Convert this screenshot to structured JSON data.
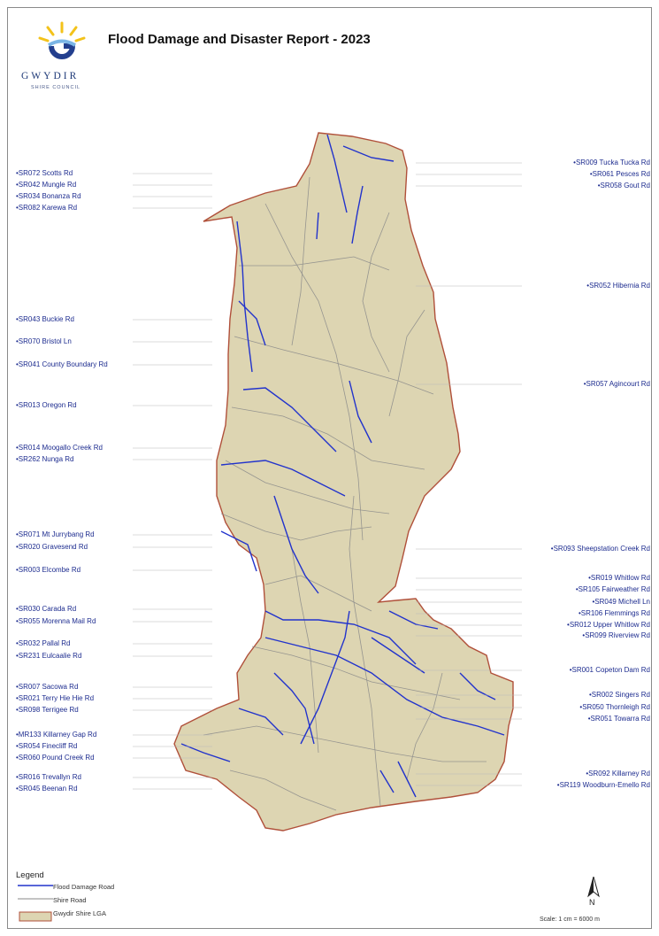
{
  "title": "Flood Damage and Disaster Report - 2023",
  "logo": {
    "name": "GWYDIR",
    "sub": "SHIRE COUNCIL"
  },
  "colors": {
    "flood_road": "#2233cc",
    "shire_road": "#8a8a8a",
    "lga_fill": "#ddd5b2",
    "lga_border": "#b0503a",
    "label": "#1d2c8f"
  },
  "labels_left": [
    "•SR072 Scotts Rd",
    "•SR042 Mungle Rd",
    "•SR034 Bonanza Rd",
    "•SR082 Karewa Rd",
    "•SR043 Buckie Rd",
    "•SR070 Bristol Ln",
    "•SR041 County Boundary Rd",
    "•SR013 Oregon Rd",
    "•SR014 Moogallo Creek Rd",
    "•SR262 Nunga Rd",
    "•SR071 Mt Jurrybang Rd",
    "•SR020 Gravesend Rd",
    "•SR003 Elcombe Rd",
    "•SR030 Carada Rd",
    "•SR055 Morenna Mail Rd",
    "•SR032 Pallal Rd",
    "•SR231 Eulcaalie Rd",
    "•SR007 Sacowa Rd",
    "•SR021 Terry Hie Hie Rd",
    "•SR098 Terrigee Rd",
    "•MR133 Killarney Gap Rd",
    "•SR054 Finecliff Rd",
    "•SR060 Pound Creek Rd",
    "•SR016 Trevallyn Rd",
    "•SR045 Beenan Rd"
  ],
  "labels_right": [
    "•SR009 Tucka Tucka Rd",
    "•SR061 Pesces Rd",
    "•SR058 Gout Rd",
    "•SR052 Hibernia Rd",
    "•SR057 Agincourt Rd",
    "•SR093 Sheepstation Creek Rd",
    "•SR019 Whitlow Rd",
    "•SR105 Fairweather Rd",
    "•SR049 Michell Ln",
    "•SR106 Flemmings Rd",
    "•SR012 Upper Whitlow Rd",
    "•SR099 Riverview Rd",
    "•SR001 Copeton Dam Rd",
    "•SR002 Singers Rd",
    "•SR050 Thornleigh Rd",
    "•SR051 Towarra Rd",
    "•SR092 Killarney Rd",
    "•SR119 Woodburn-Emello Rd"
  ],
  "legend": {
    "title": "Legend",
    "items": [
      "Flood Damage Road",
      "Shire Road",
      "Gwydir Shire LGA"
    ]
  },
  "north": "N",
  "scale": "Scale: 1 cm = 6000 m"
}
